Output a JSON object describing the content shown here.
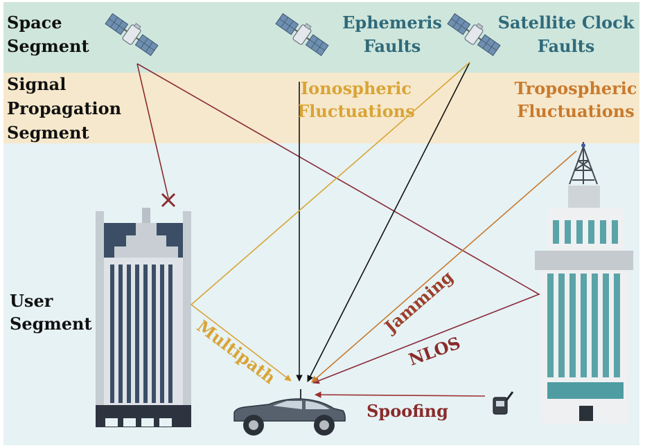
{
  "segments": {
    "space": [
      "Space",
      "Segment"
    ],
    "signal": [
      "Signal",
      "Propagation",
      "Segment"
    ],
    "user": [
      "User",
      "Segment"
    ]
  },
  "faults": {
    "ephemeris": [
      "Ephemeris",
      "Faults"
    ],
    "clock": [
      "Satellite Clock",
      "Faults"
    ]
  },
  "fluctuations": {
    "ionospheric": [
      "Ionospheric",
      "Fluctuations"
    ],
    "tropospheric": [
      "Tropospheric",
      "Fluctuations"
    ]
  },
  "errors": {
    "multipath": "Multipath",
    "jamming": "Jamming",
    "nlos": "NLOS",
    "spoofing": "Spoofing"
  },
  "colors": {
    "space_band": "#cfe6dc",
    "signal_band": "#f6e8cc",
    "user_band": "#e6f2f4",
    "ionospheric": "#d9a436",
    "tropospheric": "#c97a2c",
    "direct": "#111111",
    "blocked": "#8a2a2a",
    "nlos": "#8a2a3a",
    "spoofing": "#9c3030",
    "labels_teal": "#2f6a7a"
  },
  "icons": [
    "satellite-icon",
    "blocked-x-icon",
    "cell-tower-icon",
    "spoofer-device-icon",
    "car-icon"
  ]
}
